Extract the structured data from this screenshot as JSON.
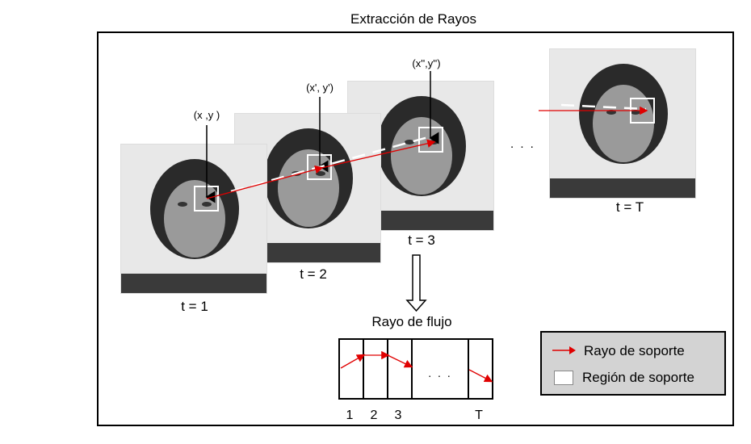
{
  "title": "Extracción de Rayos",
  "frames": [
    {
      "label": "t = 1",
      "coord": "(x ,y )"
    },
    {
      "label": "t = 2",
      "coord": "(x', y')"
    },
    {
      "label": "t = 3",
      "coord": "(x'',y'')"
    },
    {
      "label": "t = T"
    }
  ],
  "ellipsis": ". . .",
  "flow": {
    "title": "Rayo de flujo",
    "cells": [
      "1",
      "2",
      "3",
      "",
      "T"
    ],
    "middle_ellipsis": ". . ."
  },
  "legend": {
    "ray_label": "Rayo de soporte",
    "region_label": "Región de soporte"
  },
  "colors": {
    "ray": "#e00000",
    "legend_bg": "#d3d3d3",
    "photo_bg": "#e8e8e8"
  }
}
